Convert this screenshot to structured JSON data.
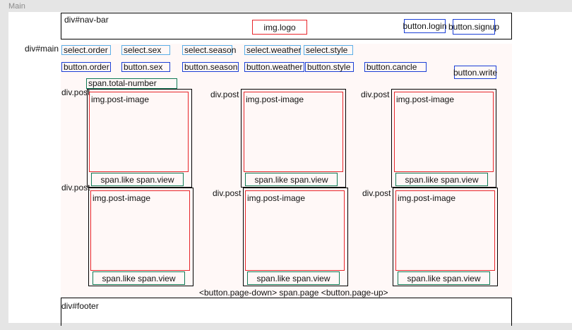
{
  "frame": {
    "title": "Main"
  },
  "nav": {
    "label": "div#nav-bar",
    "logo": "img.logo",
    "login": "button.login",
    "signup": "button.signup"
  },
  "main": {
    "label": "div#main",
    "selects": [
      "select.order",
      "select.sex",
      "select.season",
      "select.weather",
      "select.style"
    ],
    "buttons": [
      "button.order",
      "button.sex",
      "button.season",
      "button.weather",
      "button.style",
      "button.cancle"
    ],
    "write": "button.write",
    "total": "span.total-number"
  },
  "post": {
    "label": "div.post",
    "image": "img.post-image",
    "stats": "span.like  span.view"
  },
  "pagination": "<button.page-down> span.page <button.page-up>",
  "footer": {
    "label": "div#footer"
  },
  "colors": {
    "container": "#000000",
    "image": "#e8262b",
    "button": "#1b3fd6",
    "select": "#5aaee8",
    "span": "#117a55",
    "main_bg": "#fff8f7"
  }
}
